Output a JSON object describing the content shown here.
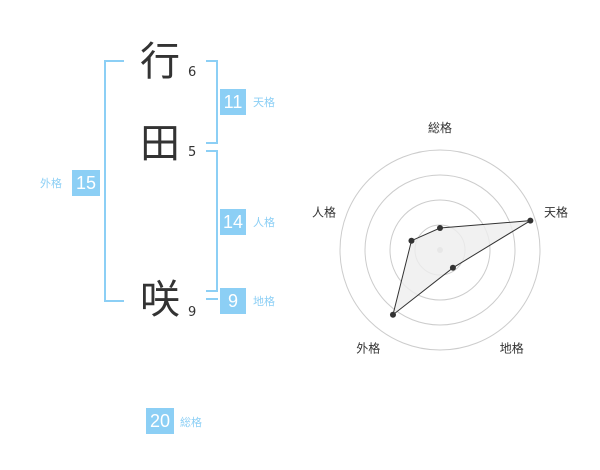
{
  "name": {
    "chars": [
      {
        "char": "行",
        "strokes": "6"
      },
      {
        "char": "田",
        "strokes": "5"
      },
      {
        "char": "咲",
        "strokes": "9"
      }
    ]
  },
  "fortune": {
    "tenkaku": {
      "value": "11",
      "label": "天格"
    },
    "jinkaku": {
      "value": "14",
      "label": "人格"
    },
    "chikaku": {
      "value": "9",
      "label": "地格"
    },
    "gaikaku": {
      "value": "15",
      "label": "外格"
    },
    "soukaku": {
      "value": "20",
      "label": "総格"
    }
  },
  "chart_data": {
    "type": "radar",
    "axes": [
      "総格",
      "天格",
      "地格",
      "外格",
      "人格"
    ],
    "values": [
      0.22,
      0.95,
      0.22,
      0.8,
      0.3
    ],
    "range": [
      0,
      1
    ],
    "rings": 4,
    "colors": {
      "fill": "#eeeeee",
      "line": "#333333",
      "ring": "#cccccc",
      "point": "#333333",
      "center": "#cccccc"
    }
  }
}
